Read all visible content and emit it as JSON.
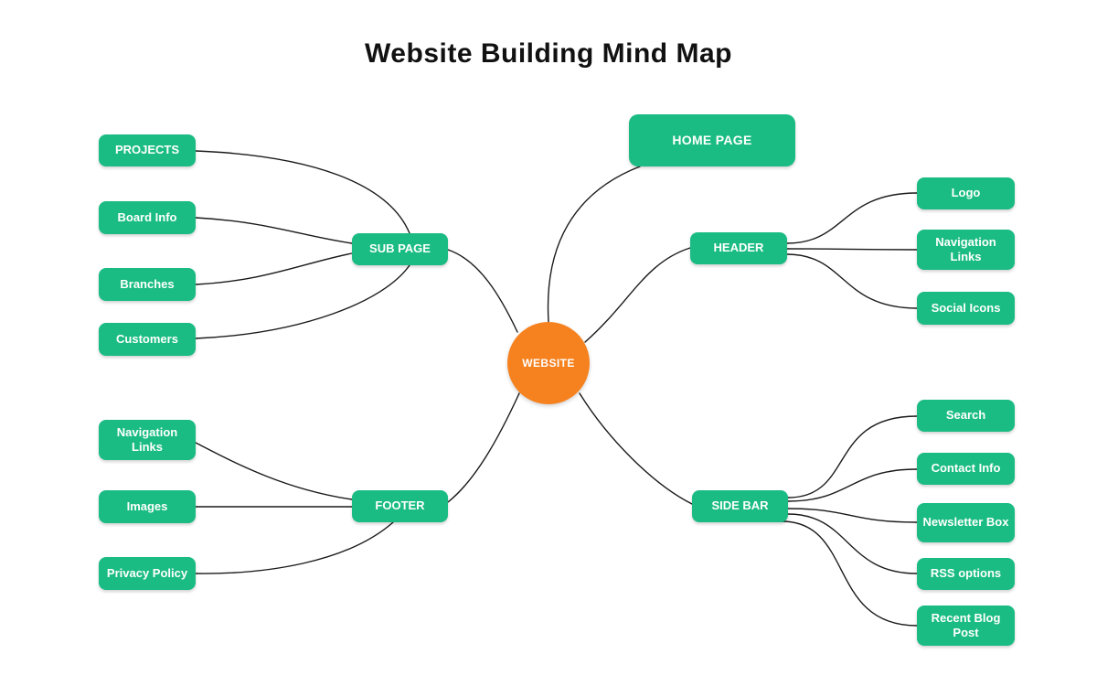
{
  "title": "Website Building Mind Map",
  "colors": {
    "topic_green": "#1ABC84",
    "center_orange": "#F6821F",
    "connector": "#1A1A1A",
    "node_text": "#FFFFFF",
    "title_text": "#111111"
  },
  "center": {
    "label": "WEBSITE"
  },
  "nodes": {
    "home_page": {
      "label": "HOME PAGE"
    },
    "sub_page": {
      "label": "SUB PAGE"
    },
    "projects": {
      "label": "PROJECTS"
    },
    "board_info": {
      "label": "Board Info"
    },
    "branches": {
      "label": "Branches"
    },
    "customers": {
      "label": "Customers"
    },
    "header": {
      "label": "HEADER"
    },
    "logo": {
      "label": "Logo"
    },
    "navigation_links_header": {
      "label": "Navigation Links"
    },
    "social_icons": {
      "label": "Social Icons"
    },
    "footer": {
      "label": "FOOTER"
    },
    "navigation_links_footer": {
      "label": "Navigation Links"
    },
    "images": {
      "label": "Images"
    },
    "privacy_policy": {
      "label": "Privacy Policy"
    },
    "side_bar": {
      "label": "SIDE BAR"
    },
    "search": {
      "label": "Search"
    },
    "contact_info": {
      "label": "Contact Info"
    },
    "newsletter_box": {
      "label": "Newsletter Box"
    },
    "rss_options": {
      "label": "RSS options"
    },
    "recent_blog_post": {
      "label": "Recent Blog Post"
    }
  }
}
